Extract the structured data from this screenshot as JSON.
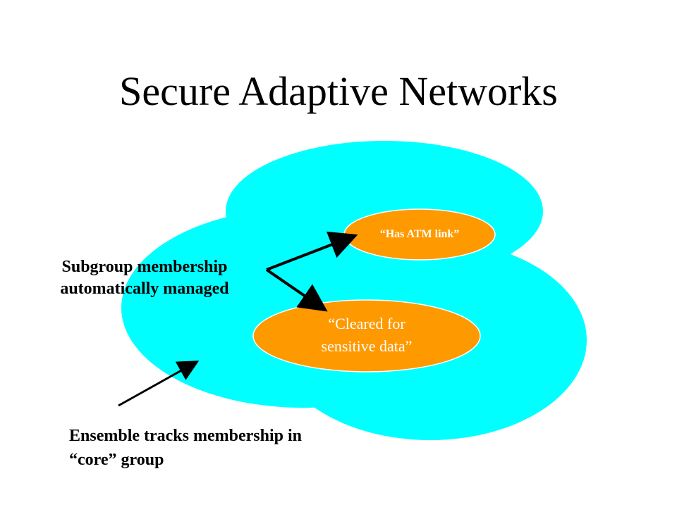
{
  "title": "Secure Adaptive Networks",
  "labels": {
    "subgroup_line1": "Subgroup membership",
    "subgroup_line2": "automatically managed",
    "ensemble_line1": "Ensemble tracks membership in",
    "ensemble_line2": "“core” group",
    "atm": "“Has ATM link”",
    "cleared_line1": "“Cleared for",
    "cleared_line2": "sensitive  data”"
  },
  "colors": {
    "cloud": "#00ffff",
    "subgroup_fill": "#ff9900",
    "subgroup_outline": "#ffffff",
    "arrow": "#000000",
    "text": "#000000",
    "subgroup_text": "#ffffff"
  }
}
